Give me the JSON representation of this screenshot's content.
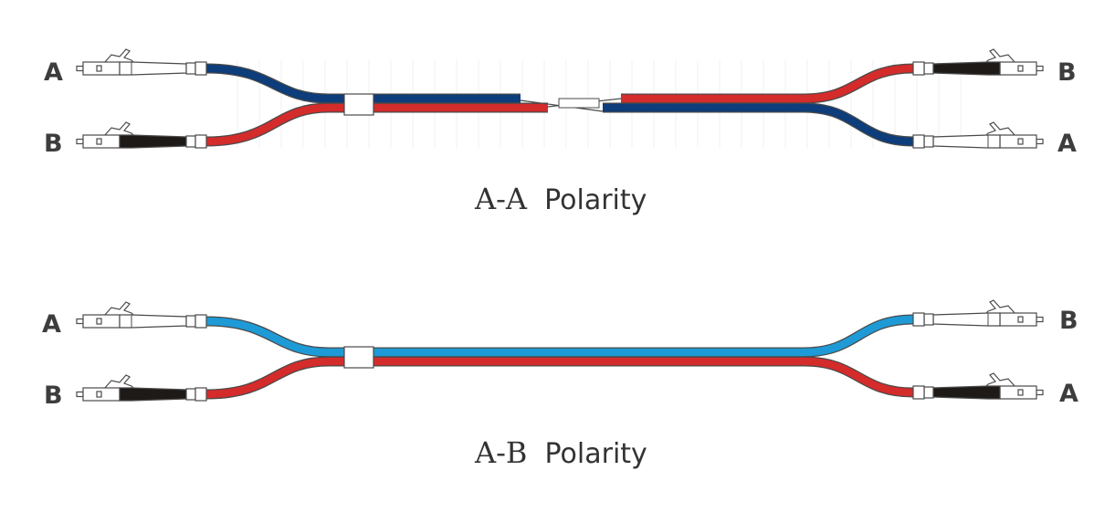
{
  "colors": {
    "dark_blue": "#0d3d7a",
    "red": "#d42b2b",
    "light_blue": "#1e9ad6",
    "boot_black": "#1e1a17",
    "outline": "#4a4a4a",
    "text": "#3d3d3d"
  },
  "diagram_aa": {
    "title_part_a": "A-A",
    "title_part_b": "Polarity",
    "left_top_label": "A",
    "left_bottom_label": "B",
    "right_top_label": "B",
    "right_bottom_label": "A",
    "left_top_connector": {
      "boot": "white",
      "cable_color": "dark_blue"
    },
    "left_bottom_connector": {
      "boot": "black",
      "cable_color": "red"
    },
    "right_top_connector": {
      "boot": "black",
      "cable_color": "red"
    },
    "right_bottom_connector": {
      "boot": "white",
      "cable_color": "dark_blue"
    }
  },
  "diagram_ab": {
    "title_part_a": "A-B",
    "title_part_b": "Polarity",
    "left_top_label": "A",
    "left_bottom_label": "B",
    "right_top_label": "B",
    "right_bottom_label": "A",
    "left_top_connector": {
      "boot": "white",
      "cable_color": "light_blue"
    },
    "left_bottom_connector": {
      "boot": "black",
      "cable_color": "red"
    },
    "right_top_connector": {
      "boot": "white",
      "cable_color": "light_blue"
    },
    "right_bottom_connector": {
      "boot": "black",
      "cable_color": "red"
    }
  }
}
